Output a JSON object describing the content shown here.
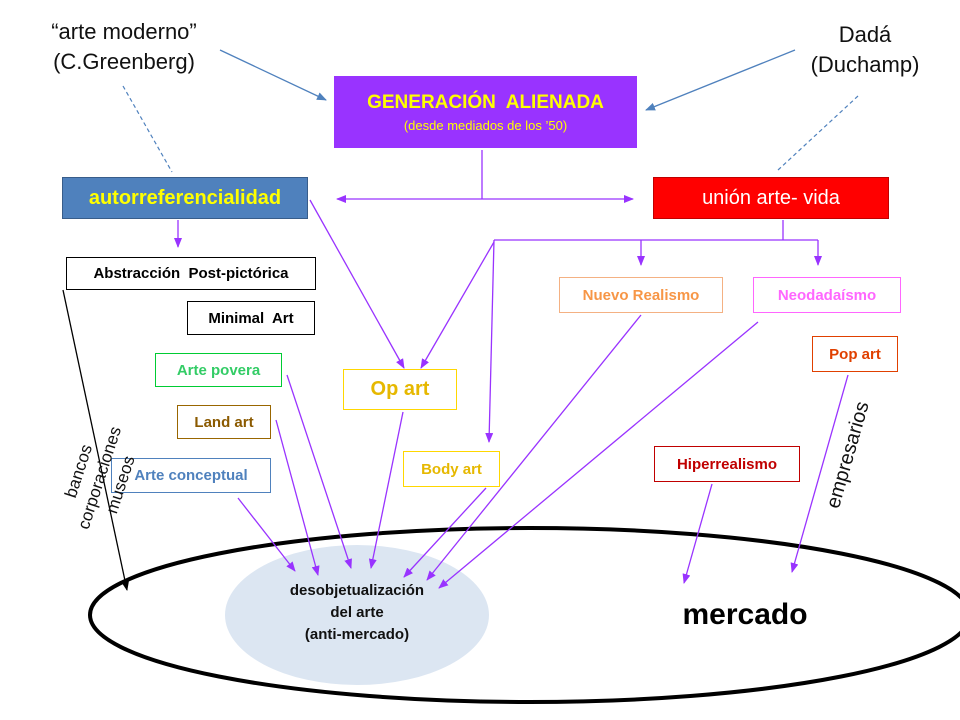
{
  "top": {
    "left_caption": [
      "“arte moderno”",
      "(C.Greenberg)"
    ],
    "right_caption": [
      "Dadá",
      "(Duchamp)"
    ],
    "center_title": "GENERACIÓN  ALIENADA",
    "center_subtitle": "(desde mediados de los ’50)"
  },
  "branches": {
    "left": "autorreferencialidad",
    "right": "unión arte- vida"
  },
  "movements": {
    "abstraccion": "Abstracción  Post-pictórica",
    "minimal": "Minimal  Art",
    "povera": "Arte povera",
    "land": "Land art",
    "conceptual": "Arte conceptual",
    "op": "Op art",
    "body": "Body art",
    "nuevo_realismo": "Nuevo Realismo",
    "neodadaismo": "Neodadaísmo",
    "pop": "Pop art",
    "hiperrealismo": "Hiperrealismo"
  },
  "side_labels": {
    "left": [
      "bancos",
      "corporaciones",
      "museos"
    ],
    "right": "empresarios"
  },
  "bottom": {
    "desobjetualizacion": [
      "desobjetualización",
      "del arte",
      "(anti-mercado)"
    ],
    "mercado": "mercado"
  },
  "colors": {
    "purple_box": "#9933ff",
    "blue_box": "#4f81bd",
    "red_box": "#ff0000",
    "arrow": "#9933ff",
    "blue_arrow": "#4f81bd",
    "ellipse_fill": "#dce6f2",
    "title_yellow": "#ffff00"
  }
}
